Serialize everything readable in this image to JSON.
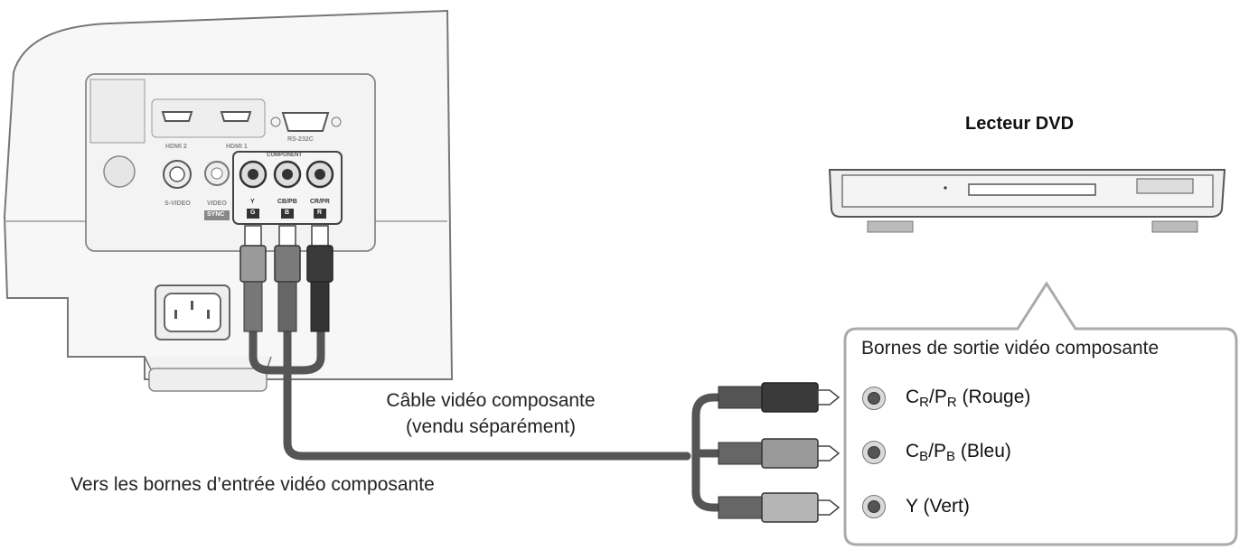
{
  "projector": {
    "port_labels": {
      "hdmi2": "HDMI 2",
      "hdmi1": "HDMI 1",
      "rs232c": "RS-232C",
      "svideo": "S-VIDEO",
      "video": "VIDEO",
      "sync": "SYNC",
      "component": "COMPONENT",
      "y": "Y",
      "cb": "CB/PB",
      "cr": "CR/PR",
      "g": "G",
      "b": "B",
      "r": "R"
    }
  },
  "labels": {
    "dvd_player": "Lecteur DVD",
    "cable_line1": "Câble vidéo composante",
    "cable_line2": "(vendu séparément)",
    "input_terminals": "Vers les bornes d’entrée vidéo composante",
    "output_terminals": "Bornes de sortie vidéo composante"
  },
  "outputs": [
    {
      "main": "C",
      "sub1": "R",
      "sep": "/P",
      "sub2": "R",
      "color": " (Rouge)"
    },
    {
      "main": "C",
      "sub1": "B",
      "sep": "/P",
      "sub2": "B",
      "color": " (Bleu)"
    },
    {
      "main": "Y",
      "sub1": "",
      "sep": "",
      "sub2": "",
      "color": " (Vert)"
    }
  ],
  "colors": {
    "cable": "#555555",
    "plug_green": "#9a9a9a",
    "plug_blue": "#7a7a7a",
    "plug_red": "#3a3a3a",
    "callout_border": "#aaaaaa"
  }
}
